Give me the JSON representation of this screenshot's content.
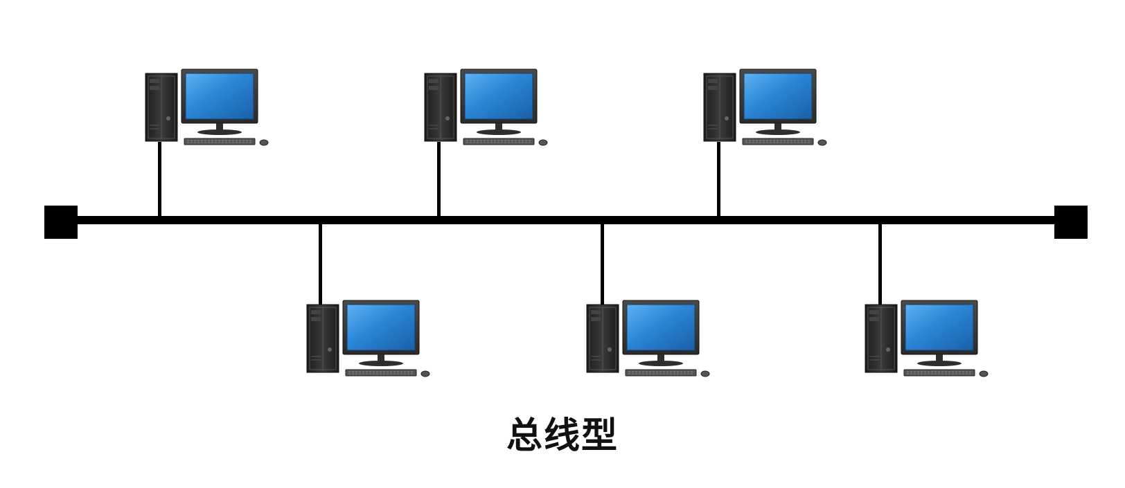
{
  "caption": "总线型",
  "colors": {
    "bus": "#000000",
    "screen": "#1f74c8",
    "screen_highlight": "#4aa3ee",
    "case": "#2a2a2a",
    "bezel": "#3a3a3a"
  },
  "icons": {
    "terminator": "terminator-icon",
    "computer": "desktop-computer-icon"
  },
  "nodes": {
    "top_count": 3,
    "bottom_count": 3
  }
}
